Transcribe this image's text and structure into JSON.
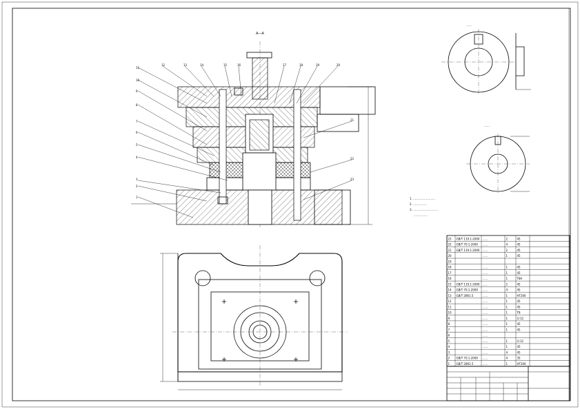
{
  "section": {
    "view_label": "A—A"
  },
  "notes": {
    "lines": [
      "1. ……………………",
      "2. ……………",
      "3. ………………………",
      "……………"
    ]
  },
  "detail_views": {
    "top_right_title": "……",
    "mid_right_title": "……"
  },
  "balloons": [
    "1",
    "2",
    "3",
    "4",
    "5",
    "6",
    "7",
    "8",
    "9",
    "10",
    "11",
    "12",
    "13",
    "14",
    "15",
    "16",
    "17",
    "18",
    "19",
    "20",
    "21",
    "22",
    "23"
  ],
  "bom": {
    "rows": [
      [
        "23",
        "GB/T 119.1-2000",
        "……",
        "2",
        "45",
        ""
      ],
      [
        "22",
        "GB/T 70.1-2000",
        "……",
        "4",
        "45",
        ""
      ],
      [
        "21",
        "GB/T 119.1-2000",
        "……",
        "2",
        "45",
        ""
      ],
      [
        "20",
        "",
        "……",
        "1",
        "45",
        ""
      ],
      [
        "19",
        "",
        "",
        "",
        "",
        ""
      ],
      [
        "18",
        "",
        "……",
        "1",
        "45",
        ""
      ],
      [
        "17",
        "",
        "……",
        "1",
        "45",
        ""
      ],
      [
        "16",
        "",
        "……",
        "1",
        "T8A",
        ""
      ],
      [
        "15",
        "GB/T 119.1-2000",
        "……",
        "2",
        "45",
        ""
      ],
      [
        "14",
        "GB/T 70.1-2000",
        "……",
        "4",
        "45",
        ""
      ],
      [
        "13",
        "GB/T 2861.5",
        "……",
        "1",
        "HT200",
        ""
      ],
      [
        "12",
        "",
        "……",
        "1",
        "45",
        ""
      ],
      [
        "11",
        "",
        "……",
        "1",
        "45",
        ""
      ],
      [
        "10",
        "",
        "……",
        "1",
        "T8",
        ""
      ],
      [
        "9",
        "",
        "……",
        "1",
        "Cr12",
        ""
      ],
      [
        "8",
        "",
        "……",
        "1",
        "45",
        ""
      ],
      [
        "7",
        "",
        "……",
        "1",
        "45",
        ""
      ],
      [
        "6",
        "",
        "……",
        "",
        "",
        ""
      ],
      [
        "5",
        "",
        "……",
        "1",
        "Cr12",
        ""
      ],
      [
        "4",
        "",
        "……",
        "1",
        "45",
        ""
      ],
      [
        "3",
        "",
        "……",
        "4",
        "45",
        ""
      ],
      [
        "2",
        "GB/T 70.1-2000",
        "……",
        "4",
        "35",
        ""
      ],
      [
        "1",
        "GB/T 2861.5",
        "……",
        "1",
        "HT200",
        ""
      ]
    ]
  },
  "colors": {
    "line": "#000000",
    "paper": "#ffffff"
  }
}
